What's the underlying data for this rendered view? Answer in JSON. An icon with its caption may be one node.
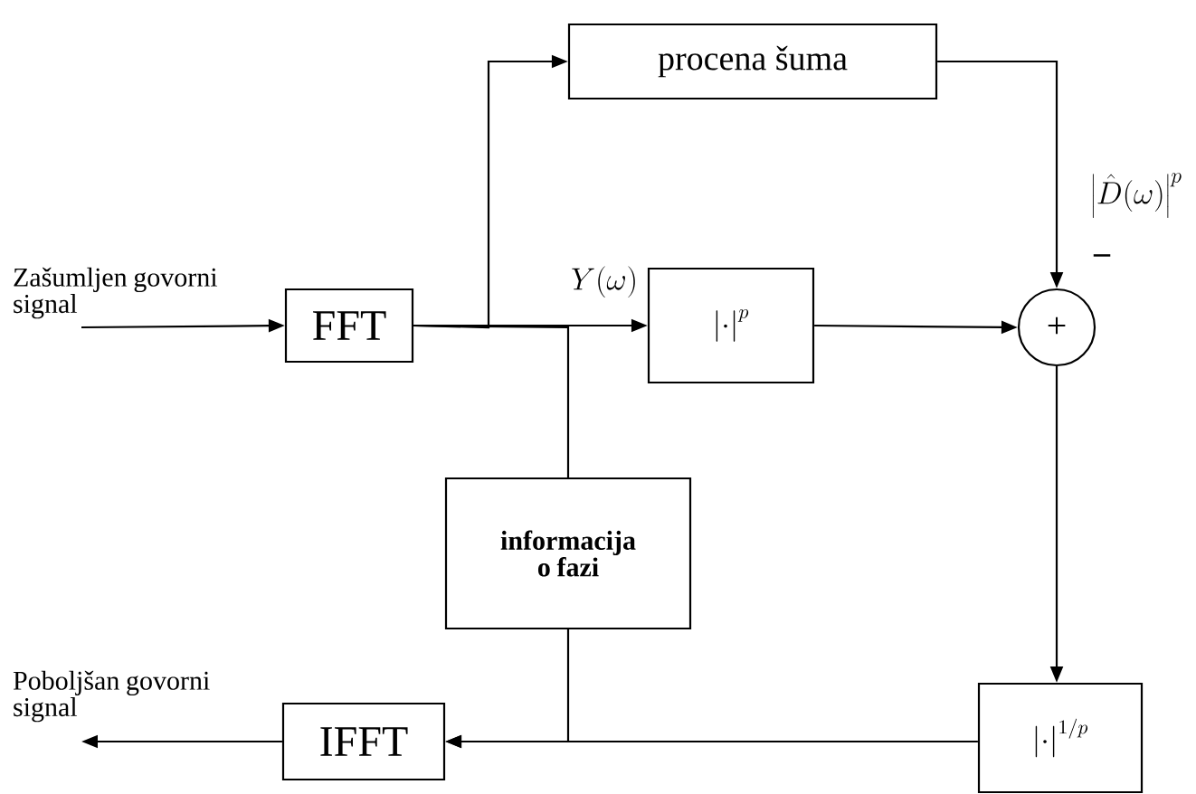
{
  "diagram": {
    "nodes": [
      {
        "text": [
          "Zašumljen govorni signal"
        ]
      },
      {
        "text": [
          "FFT"
        ]
      },
      {
        "text": [
          "procena šuma"
        ]
      },
      {
        "text": [
          "\\left|\\cdot\\right|^{p}"
        ]
      },
      {
        "text": [
          "+"
        ]
      },
      {
        "text": [
          "informacija o fazi"
        ]
      },
      {
        "text": [
          "\\left|\\cdot\\right|^{1/p}"
        ]
      },
      {
        "text": [
          "IFFT"
        ]
      },
      {
        "text": [
          "Poboljšan govorni signal"
        ]
      }
    ],
    "edges": [
      {
        "from": 0,
        "to": 1,
        "arrow": "to"
      },
      {
        "from": 1,
        "to": 2,
        "arrow": "to"
      },
      {
        "from": 1,
        "to": 3,
        "arrow": "to",
        "label": "Y(\\omega)"
      },
      {
        "from": 3,
        "to": 4,
        "arrow": "to"
      },
      {
        "from": 2,
        "to": 4,
        "arrow": "to",
        "label": "\\left|\\hat{D}(\\omega)\\right|^{p}"
      },
      {
        "from": 4,
        "to": 6,
        "arrow": "to"
      },
      {
        "from": 6,
        "to": 7,
        "arrow": "to"
      },
      {
        "from": 1,
        "to": 5,
        "arrow": "none"
      },
      {
        "from": 5,
        "to": 7,
        "arrow": "to"
      },
      {
        "from": 7,
        "to": 8,
        "arrow": "to"
      }
    ],
    "labels": [
      "–"
    ]
  }
}
